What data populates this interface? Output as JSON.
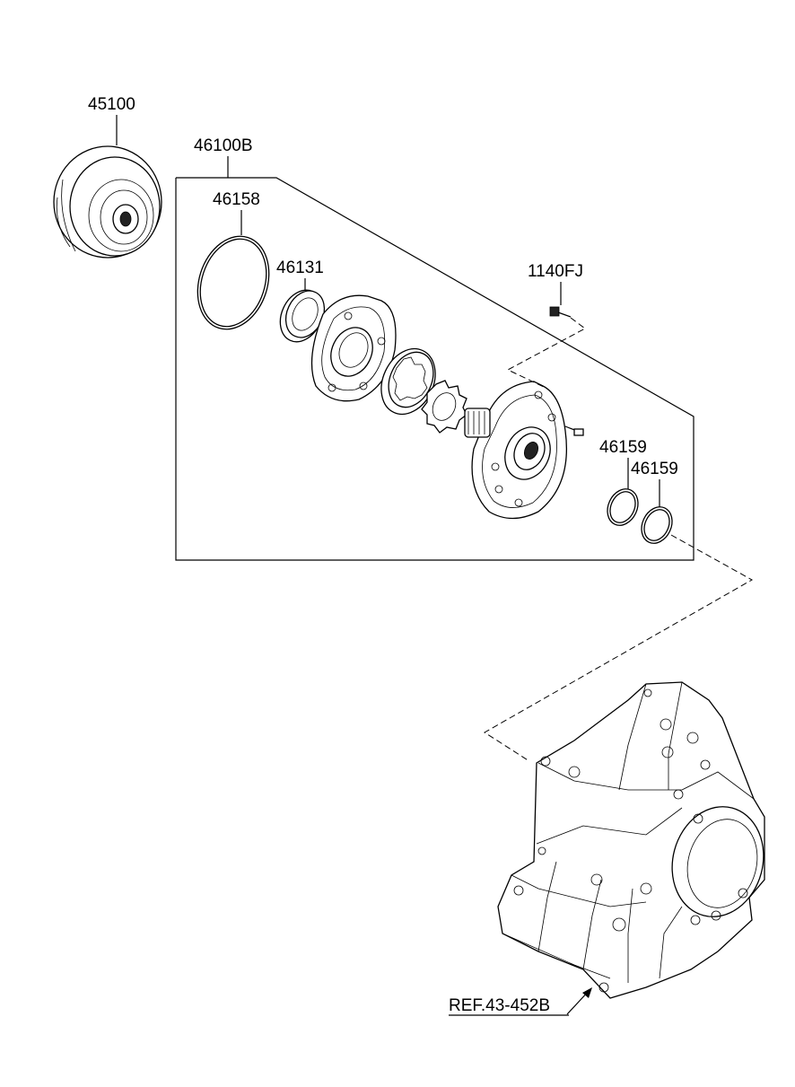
{
  "labels": {
    "torque_converter": "45100",
    "pump_assembly": "46100B",
    "o_ring": "46158",
    "oil_seal": "46131",
    "bolt": "1140FJ",
    "seal_ring_1": "46159",
    "seal_ring_2": "46159",
    "reference": "REF.43-452B"
  }
}
